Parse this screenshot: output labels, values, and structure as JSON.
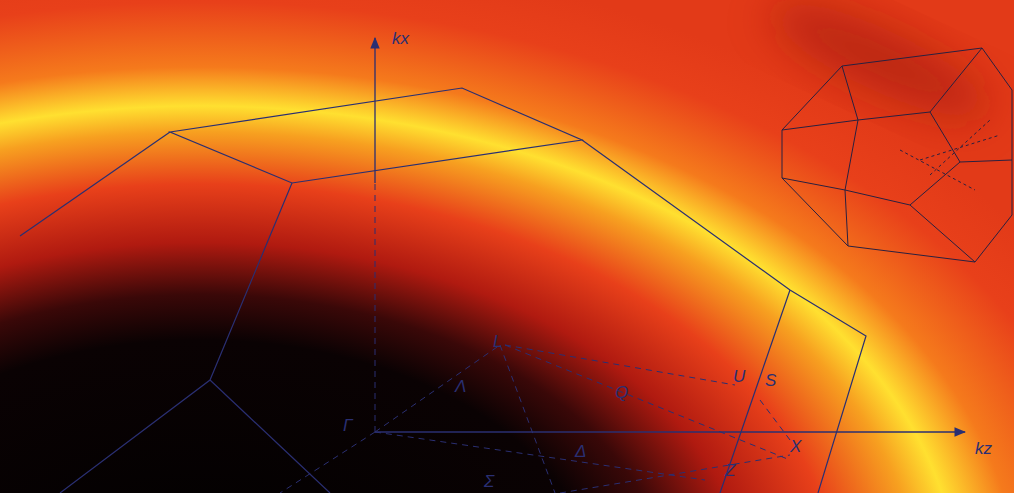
{
  "diagram": {
    "labels": [
      "kx",
      "kz",
      "L",
      "Λ",
      "Q",
      "U",
      "S",
      "Γ",
      "Δ",
      "X",
      "Z",
      "Σ"
    ]
  }
}
